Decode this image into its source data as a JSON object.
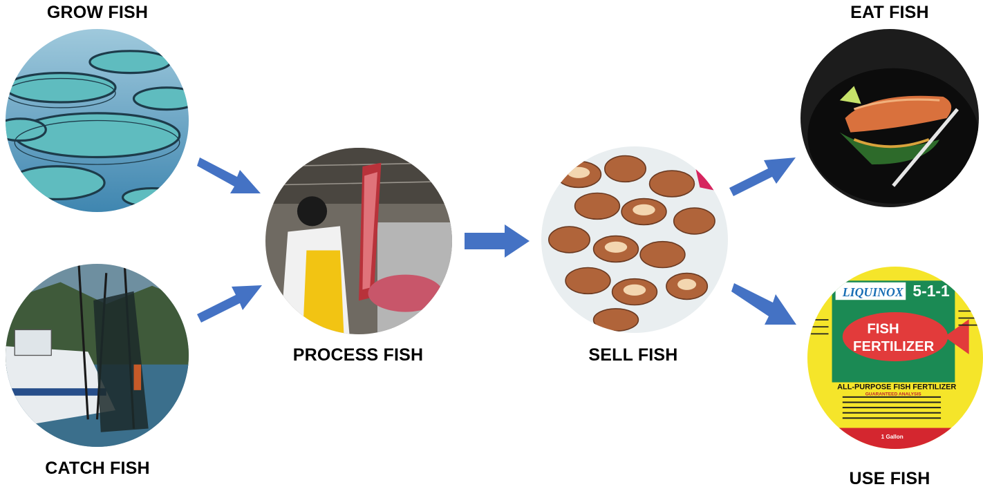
{
  "stages": {
    "grow": "GROW FISH",
    "catch": "CATCH FISH",
    "process": "PROCESS FISH",
    "sell": "SELL FISH",
    "eat": "EAT FISH",
    "use": "USE FISH"
  },
  "fertilizer": {
    "brand": "LIQUINOX",
    "ratio": "5-1-1",
    "product_line1": "FISH",
    "product_line2": "FERTILIZER",
    "tagline": "ALL-PURPOSE FISH FERTILIZER",
    "analysis": "GUARANTEED ANALYSIS",
    "volume": "1 Gallon"
  },
  "colors": {
    "arrow": "#4472c4",
    "label": "#000000"
  }
}
